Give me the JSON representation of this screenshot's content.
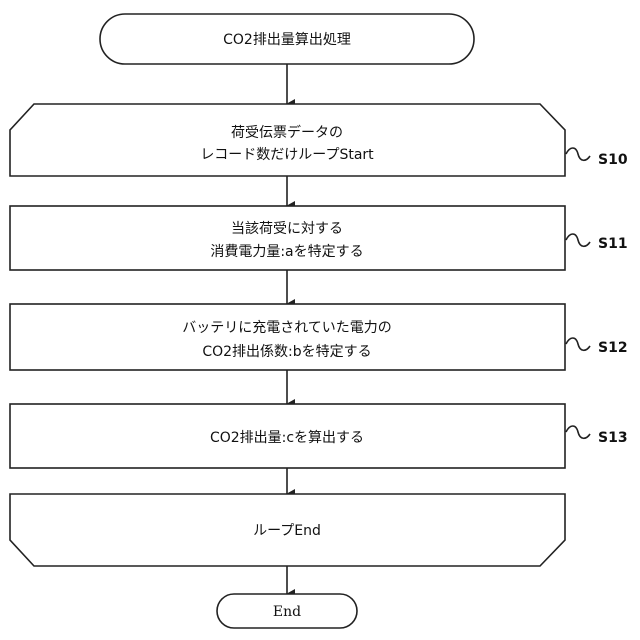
{
  "flowchart": {
    "start": "CO2排出量算出処理",
    "loop_start": {
      "line1": "荷受伝票データの",
      "line2": "レコード数だけループStart",
      "step": "S10"
    },
    "s11": {
      "line1": "当該荷受に対する",
      "line2": "消費電力量:aを特定する",
      "step": "S11"
    },
    "s12": {
      "line1": "バッテリに充電されていた電力の",
      "line2": "CO2排出係数:bを特定する",
      "step": "S12"
    },
    "s13": {
      "line1": "CO2排出量:cを算出する",
      "step": "S13"
    },
    "loop_end": "ループEnd",
    "end": "End"
  }
}
